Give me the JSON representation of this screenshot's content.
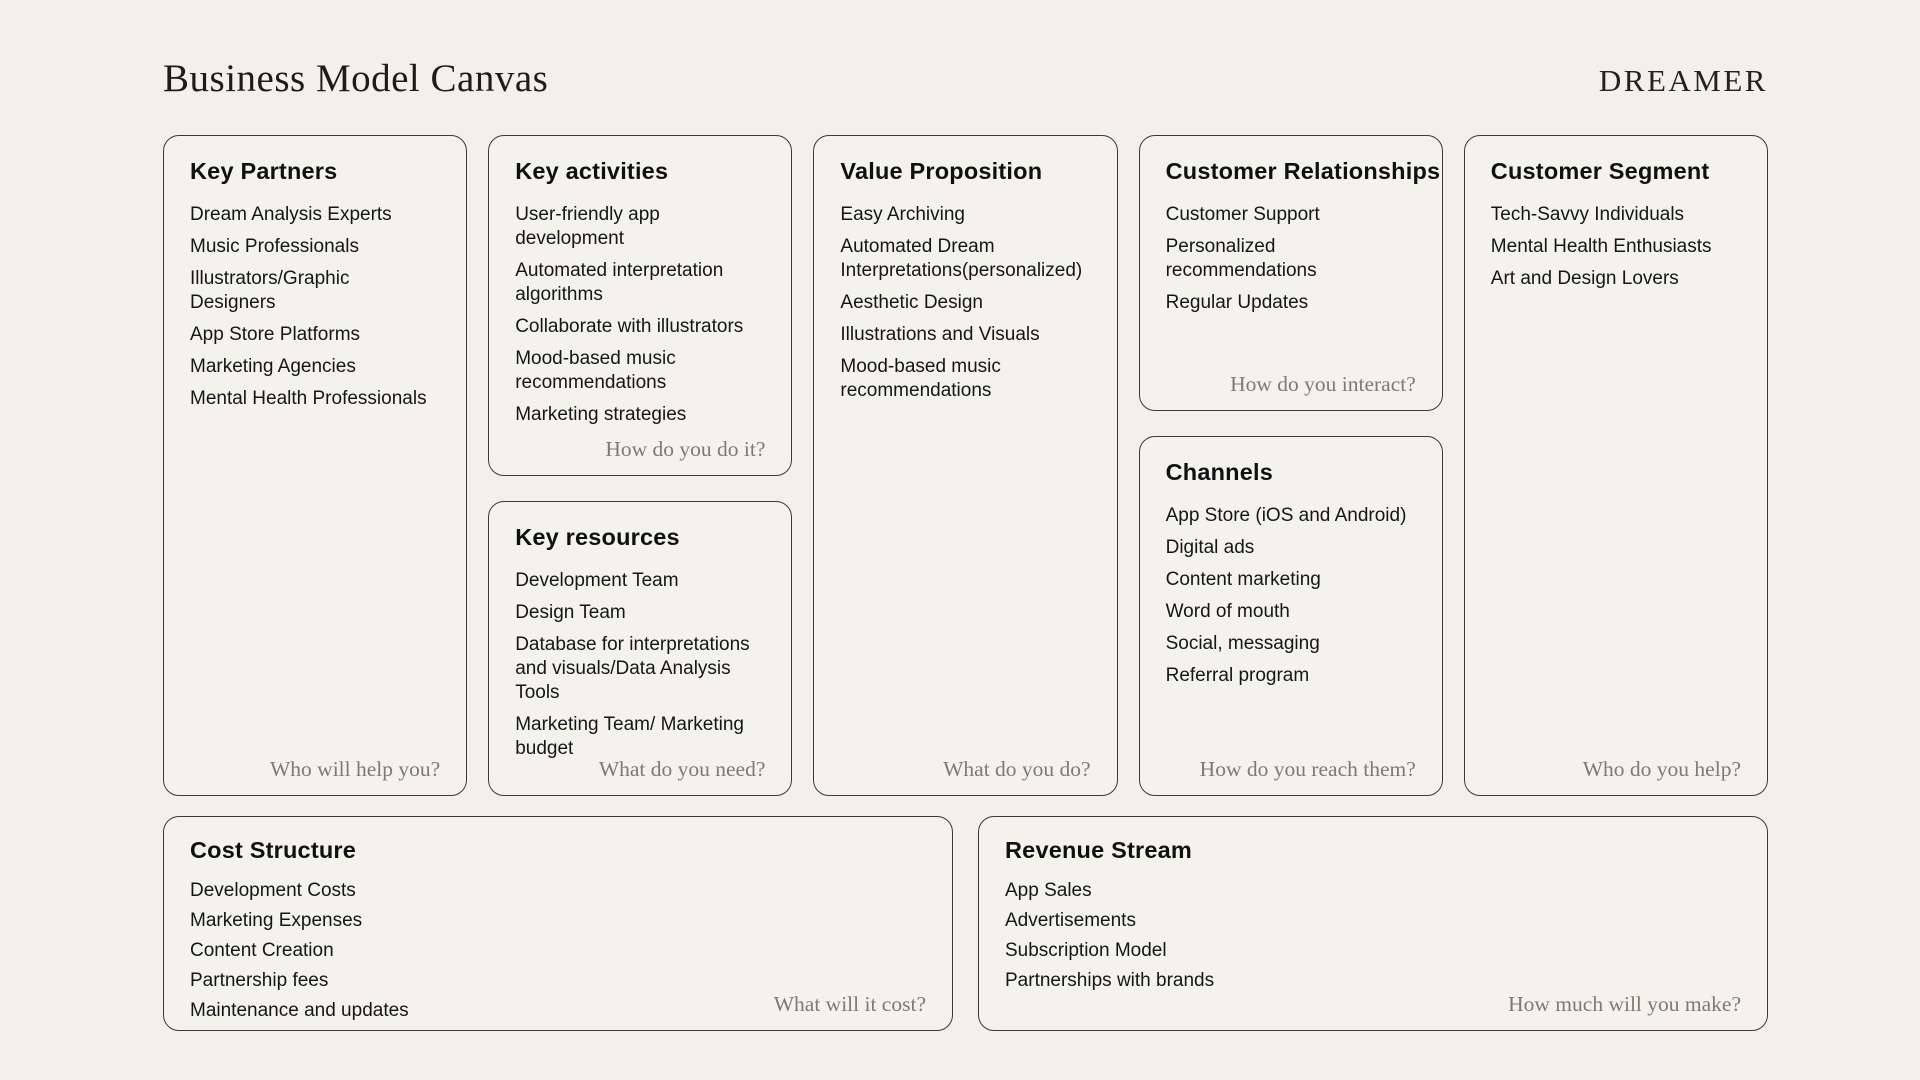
{
  "header": {
    "title": "Business Model Canvas",
    "brand": "DREAMER"
  },
  "colors": {
    "background": "#f2f1e9",
    "box_border": "#3a3935",
    "heading_text": "#101010",
    "item_text": "#161616",
    "question_text": "#7c7b73"
  },
  "boxes": {
    "key_partners": {
      "title": "Key Partners",
      "items": [
        "Dream Analysis Experts",
        "Music Professionals",
        "Illustrators/Graphic Designers",
        "App Store Platforms",
        "Marketing Agencies",
        "Mental Health Professionals"
      ],
      "question": "Who will help you?"
    },
    "key_activities": {
      "title": "Key activities",
      "items": [
        "User-friendly app development",
        "Automated interpretation algorithms",
        "Collaborate with illustrators",
        "Mood-based music recommendations",
        "Marketing strategies"
      ],
      "question": "How do you do it?"
    },
    "key_resources": {
      "title": "Key resources",
      "items": [
        "Development Team",
        "Design Team",
        "Database for interpretations and visuals/Data Analysis Tools",
        "Marketing Team/ Marketing budget"
      ],
      "question": "What do you need?"
    },
    "value_proposition": {
      "title": "Value Proposition",
      "items": [
        "Easy Archiving",
        "Automated Dream Interpretations(personalized)",
        "Aesthetic Design",
        "Illustrations and Visuals",
        "Mood-based music recommendations"
      ],
      "question": "What do you do?"
    },
    "customer_relationships": {
      "title": "Customer Relationships",
      "items": [
        "Customer Support",
        "Personalized recommendations",
        "Regular Updates"
      ],
      "question": "How do you interact?"
    },
    "channels": {
      "title": "Channels",
      "items": [
        "App Store (iOS and Android)",
        "Digital ads",
        "Content marketing",
        "Word of mouth",
        "Social, messaging",
        "Referral program"
      ],
      "question": "How do you reach them?"
    },
    "customer_segment": {
      "title": "Customer Segment",
      "items": [
        "Tech-Savvy Individuals",
        "Mental Health Enthusiasts",
        "Art and Design Lovers"
      ],
      "question": "Who do you help?"
    },
    "cost_structure": {
      "title": "Cost Structure",
      "items": [
        "Development Costs",
        "Marketing Expenses",
        "Content Creation",
        "Partnership fees",
        "Maintenance and updates"
      ],
      "question": "What will it cost?"
    },
    "revenue_stream": {
      "title": "Revenue Stream",
      "items": [
        "App Sales",
        "Advertisements",
        "Subscription Model",
        "Partnerships with brands"
      ],
      "question": "How much will you make?"
    }
  }
}
